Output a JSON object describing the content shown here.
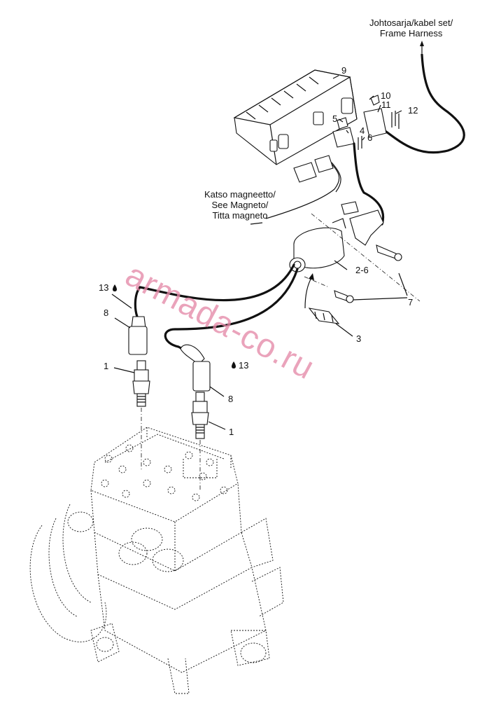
{
  "notes": {
    "harness": [
      "Johtosarja/kabel set/",
      "Frame Harness"
    ],
    "magneto": [
      "Katso magneetto/",
      "See Magneto/",
      "Titta magneto"
    ]
  },
  "callouts": {
    "c1a": "1",
    "c1b": "1",
    "c2_6": "2-6",
    "c3": "3",
    "c4": "4",
    "c5": "5",
    "c6": "6",
    "c7": "7",
    "c8a": "8",
    "c8b": "8",
    "c9": "9",
    "c10": "10",
    "c11": "11",
    "c12": "12",
    "c13a": "13",
    "c13b": "13"
  },
  "watermark": "armada-co.ru",
  "colors": {
    "line": "#111111",
    "watermark": "#e58aa8"
  }
}
